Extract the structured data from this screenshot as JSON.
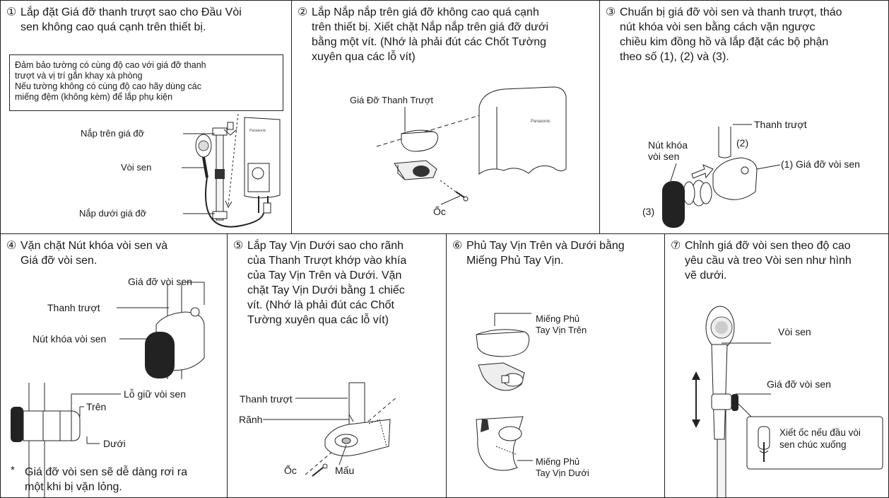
{
  "p1": {
    "num": "①",
    "title": "Lắp đặt Giá đỡ thanh trượt sao cho Đầu Vòi\nsen không cao quá cạnh trên thiết bị.",
    "note": "Đảm bảo tường có cùng độ cao với giá đỡ thanh\ntrượt và vị trí gắn khay xà phòng\nNếu tường không có cùng độ cao hãy dùng các\nmiếng đệm (không kèm) để lắp phụ kiện",
    "labels": {
      "top_bracket": "Nắp trên giá đỡ",
      "shower": "Vòi sen",
      "bottom_bracket": "Nắp dưới giá đỡ"
    }
  },
  "p2": {
    "num": "②",
    "title": "Lắp Nắp nắp trên giá đỡ không cao quá cạnh\ntrên thiết bị. Xiết chặt Nắp nắp trên giá đỡ dưới\nbằng một vít. (Nhớ là phải đút các Chốt Tường\nxuyên qua các lỗ vít)",
    "labels": {
      "slide_bracket": "Giá Đỡ Thanh Trượt",
      "screw": "Ốc",
      "brand": "Panasonic"
    }
  },
  "p3": {
    "num": "③",
    "title": "Chuẩn bị giá đỡ vòi sen và thanh trượt, tháo\nnút khóa vòi sen bằng cách vặn ngược\nchiều kim đồng hồ và lắp đặt các bộ phận\ntheo số (1), (2) và (3).",
    "labels": {
      "slide_bar": "Thanh trượt",
      "lock_knob": "Nút khóa\nvòi sen",
      "n2": "(2)",
      "n1": "(1) Giá đỡ vòi sen",
      "n3": "(3)"
    }
  },
  "p4": {
    "num": "④",
    "title": "Vặn chặt Nút khóa vòi sen và\nGiá đỡ vòi sen.",
    "labels": {
      "holder": "Giá đỡ vòi sen",
      "slide_bar": "Thanh trượt",
      "lock_knob": "Nút khóa vòi sen",
      "hole": "Lỗ giữ vòi sen",
      "top": "Trên",
      "bottom": "Dưới"
    },
    "footnote_mark": "*",
    "footnote": "Giá đỡ vòi sen sẽ dễ dàng rơi ra\nmột khi bị vặn lỏng."
  },
  "p5": {
    "num": "⑤",
    "title": "Lắp Tay Vịn Dưới sao cho rãnh\ncủa Thanh Trượt khớp vào khía\ncủa Tay Vịn Trên và Dưới. Vặn\nchặt Tay Vịn Dưới bằng 1 chiếc\nvít. (Nhớ là phải đút các Chốt\nTường xuyên qua các lỗ vít)",
    "labels": {
      "slide_bar": "Thanh trượt",
      "groove": "Rãnh",
      "screw": "Ốc",
      "tab": "Mấu"
    }
  },
  "p6": {
    "num": "⑥",
    "title": "Phủ Tay Vịn Trên và Dưới bằng\nMiếng Phủ Tay Vịn.",
    "labels": {
      "upper_cover": "Miếng Phủ\nTay Vịn Trên",
      "lower_cover": "Miếng Phủ\nTay Vịn Dưới"
    }
  },
  "p7": {
    "num": "⑦",
    "title": "Chỉnh giá đỡ vòi sen theo độ cao\nyêu cầu và treo Vòi sen như hình\nvẽ dưới.",
    "labels": {
      "shower": "Vòi sen",
      "holder": "Giá đỡ vòi sen",
      "tip": "Xiết ốc nếu đầu vòi\nsen chúc xuống"
    }
  }
}
